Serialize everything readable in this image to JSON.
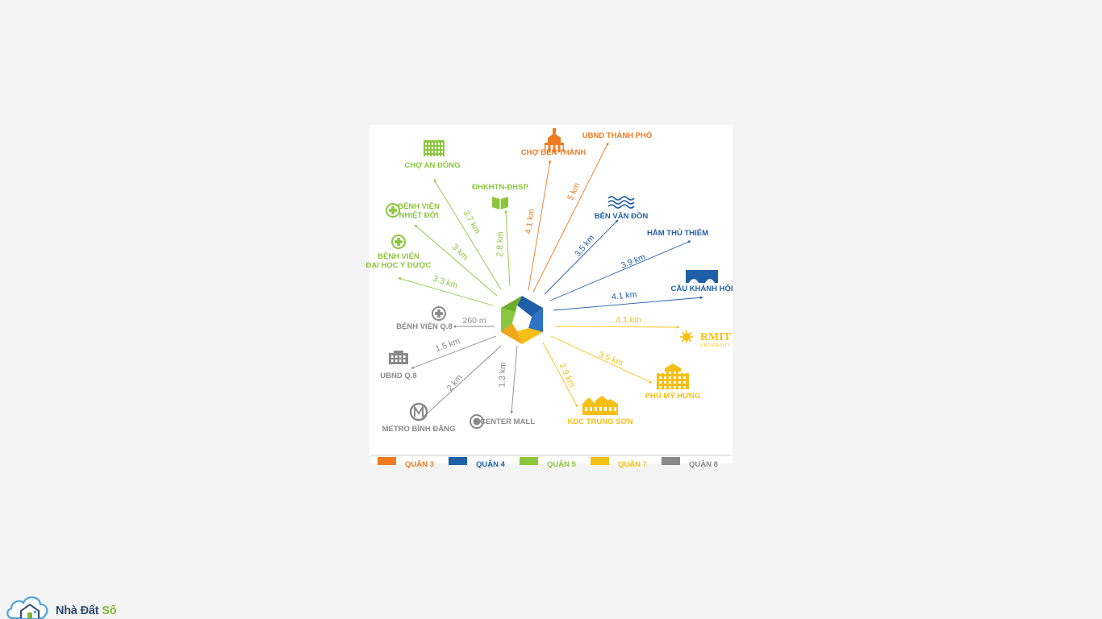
{
  "colors": {
    "district3": "#f07c22",
    "district4": "#1f5fa8",
    "district5": "#8cc63f",
    "district7": "#f7bf15",
    "district8": "#8a8a8a",
    "logo_blue": "#2c4a6e",
    "logo_green": "#7cb82f",
    "page_bg": "#f4f4f4"
  },
  "destinations": [
    {
      "id": "cho-ben-thanh",
      "label": [
        "CHỢ BẾN THÀNH"
      ],
      "distance": "4.1 km",
      "group": "district3",
      "icon": "market-hall-icon"
    },
    {
      "id": "ubnd-thanh-pho",
      "label": [
        "UBND THÀNH PHỐ"
      ],
      "distance": "5 km",
      "group": "district3",
      "icon": ""
    },
    {
      "id": "ben-van-don",
      "label": [
        "BẾN VÂN ĐỒN"
      ],
      "distance": "3.5 km",
      "group": "district4",
      "icon": "waves-icon"
    },
    {
      "id": "ham-thu-thiem",
      "label": [
        "HẦM THỦ THIÊM"
      ],
      "distance": "3.9 km",
      "group": "district4",
      "icon": ""
    },
    {
      "id": "cau-khanh-hoi",
      "label": [
        "CẦU KHÁNH HỘI"
      ],
      "distance": "4.1 km",
      "group": "district4",
      "icon": "bridge-icon"
    },
    {
      "id": "rmit",
      "label": [
        "RMIT",
        "UNIVERSITY"
      ],
      "distance": "4.1 km",
      "group": "district7",
      "icon": "rmit-logo-icon"
    },
    {
      "id": "phu-my-hung",
      "label": [
        "PHÚ MỸ HƯNG"
      ],
      "distance": "3.5 km",
      "group": "district7",
      "icon": "building-icon"
    },
    {
      "id": "kdc-trung-son",
      "label": [
        "KDC TRUNG SƠN"
      ],
      "distance": "2.9 km",
      "group": "district7",
      "icon": "houses-icon"
    },
    {
      "id": "center-mall",
      "label": [
        "CENTER MALL"
      ],
      "distance": "1.3 km",
      "group": "district8",
      "icon": "target-icon"
    },
    {
      "id": "metro-binh-dang",
      "label": [
        "METRO BÌNH ĐĂNG"
      ],
      "distance": "2 km",
      "group": "district8",
      "icon": "metro-icon"
    },
    {
      "id": "ubnd-q8",
      "label": [
        "UBND Q.8"
      ],
      "distance": "1.5 km",
      "group": "district8",
      "icon": "office-icon"
    },
    {
      "id": "benh-vien-q8",
      "label": [
        "BỆNH VIỆN Q.8"
      ],
      "distance": "260 m",
      "group": "district8",
      "icon": "medical-cross-icon"
    },
    {
      "id": "benh-vien-dai-hoc-y-duoc",
      "label": [
        "BỆNH VIỆN",
        "ĐẠI HỌC Y DƯỢC"
      ],
      "distance": "3.3 km",
      "group": "district5",
      "icon": "medical-cross-icon"
    },
    {
      "id": "benh-vien-nhiet-doi",
      "label": [
        "BỆNH VIỆN",
        "NHIỆT ĐỚI"
      ],
      "distance": "3 km",
      "group": "district5",
      "icon": "medical-cross-icon"
    },
    {
      "id": "cho-an-dong",
      "label": [
        "CHỢ AN ĐÔNG"
      ],
      "distance": "3.7 km",
      "group": "district5",
      "icon": "market-building-icon"
    },
    {
      "id": "dhkhtn-dhsp",
      "label": [
        "ĐHKHTN-ĐHSP"
      ],
      "distance": "2.8 km",
      "group": "district5",
      "icon": "book-icon"
    }
  ],
  "legend": [
    {
      "group": "district3",
      "label": "QUẬN 3"
    },
    {
      "group": "district4",
      "label": "QUẬN 4"
    },
    {
      "group": "district5",
      "label": "QUẬN 5"
    },
    {
      "group": "district7",
      "label": "QUẬN 7"
    },
    {
      "group": "district8",
      "label": "QUẬN 8"
    }
  ],
  "watermark": {
    "brand_main": "Nhà Đất ",
    "brand_accent": "Số",
    "icon": "cloud-house-logo-icon"
  }
}
